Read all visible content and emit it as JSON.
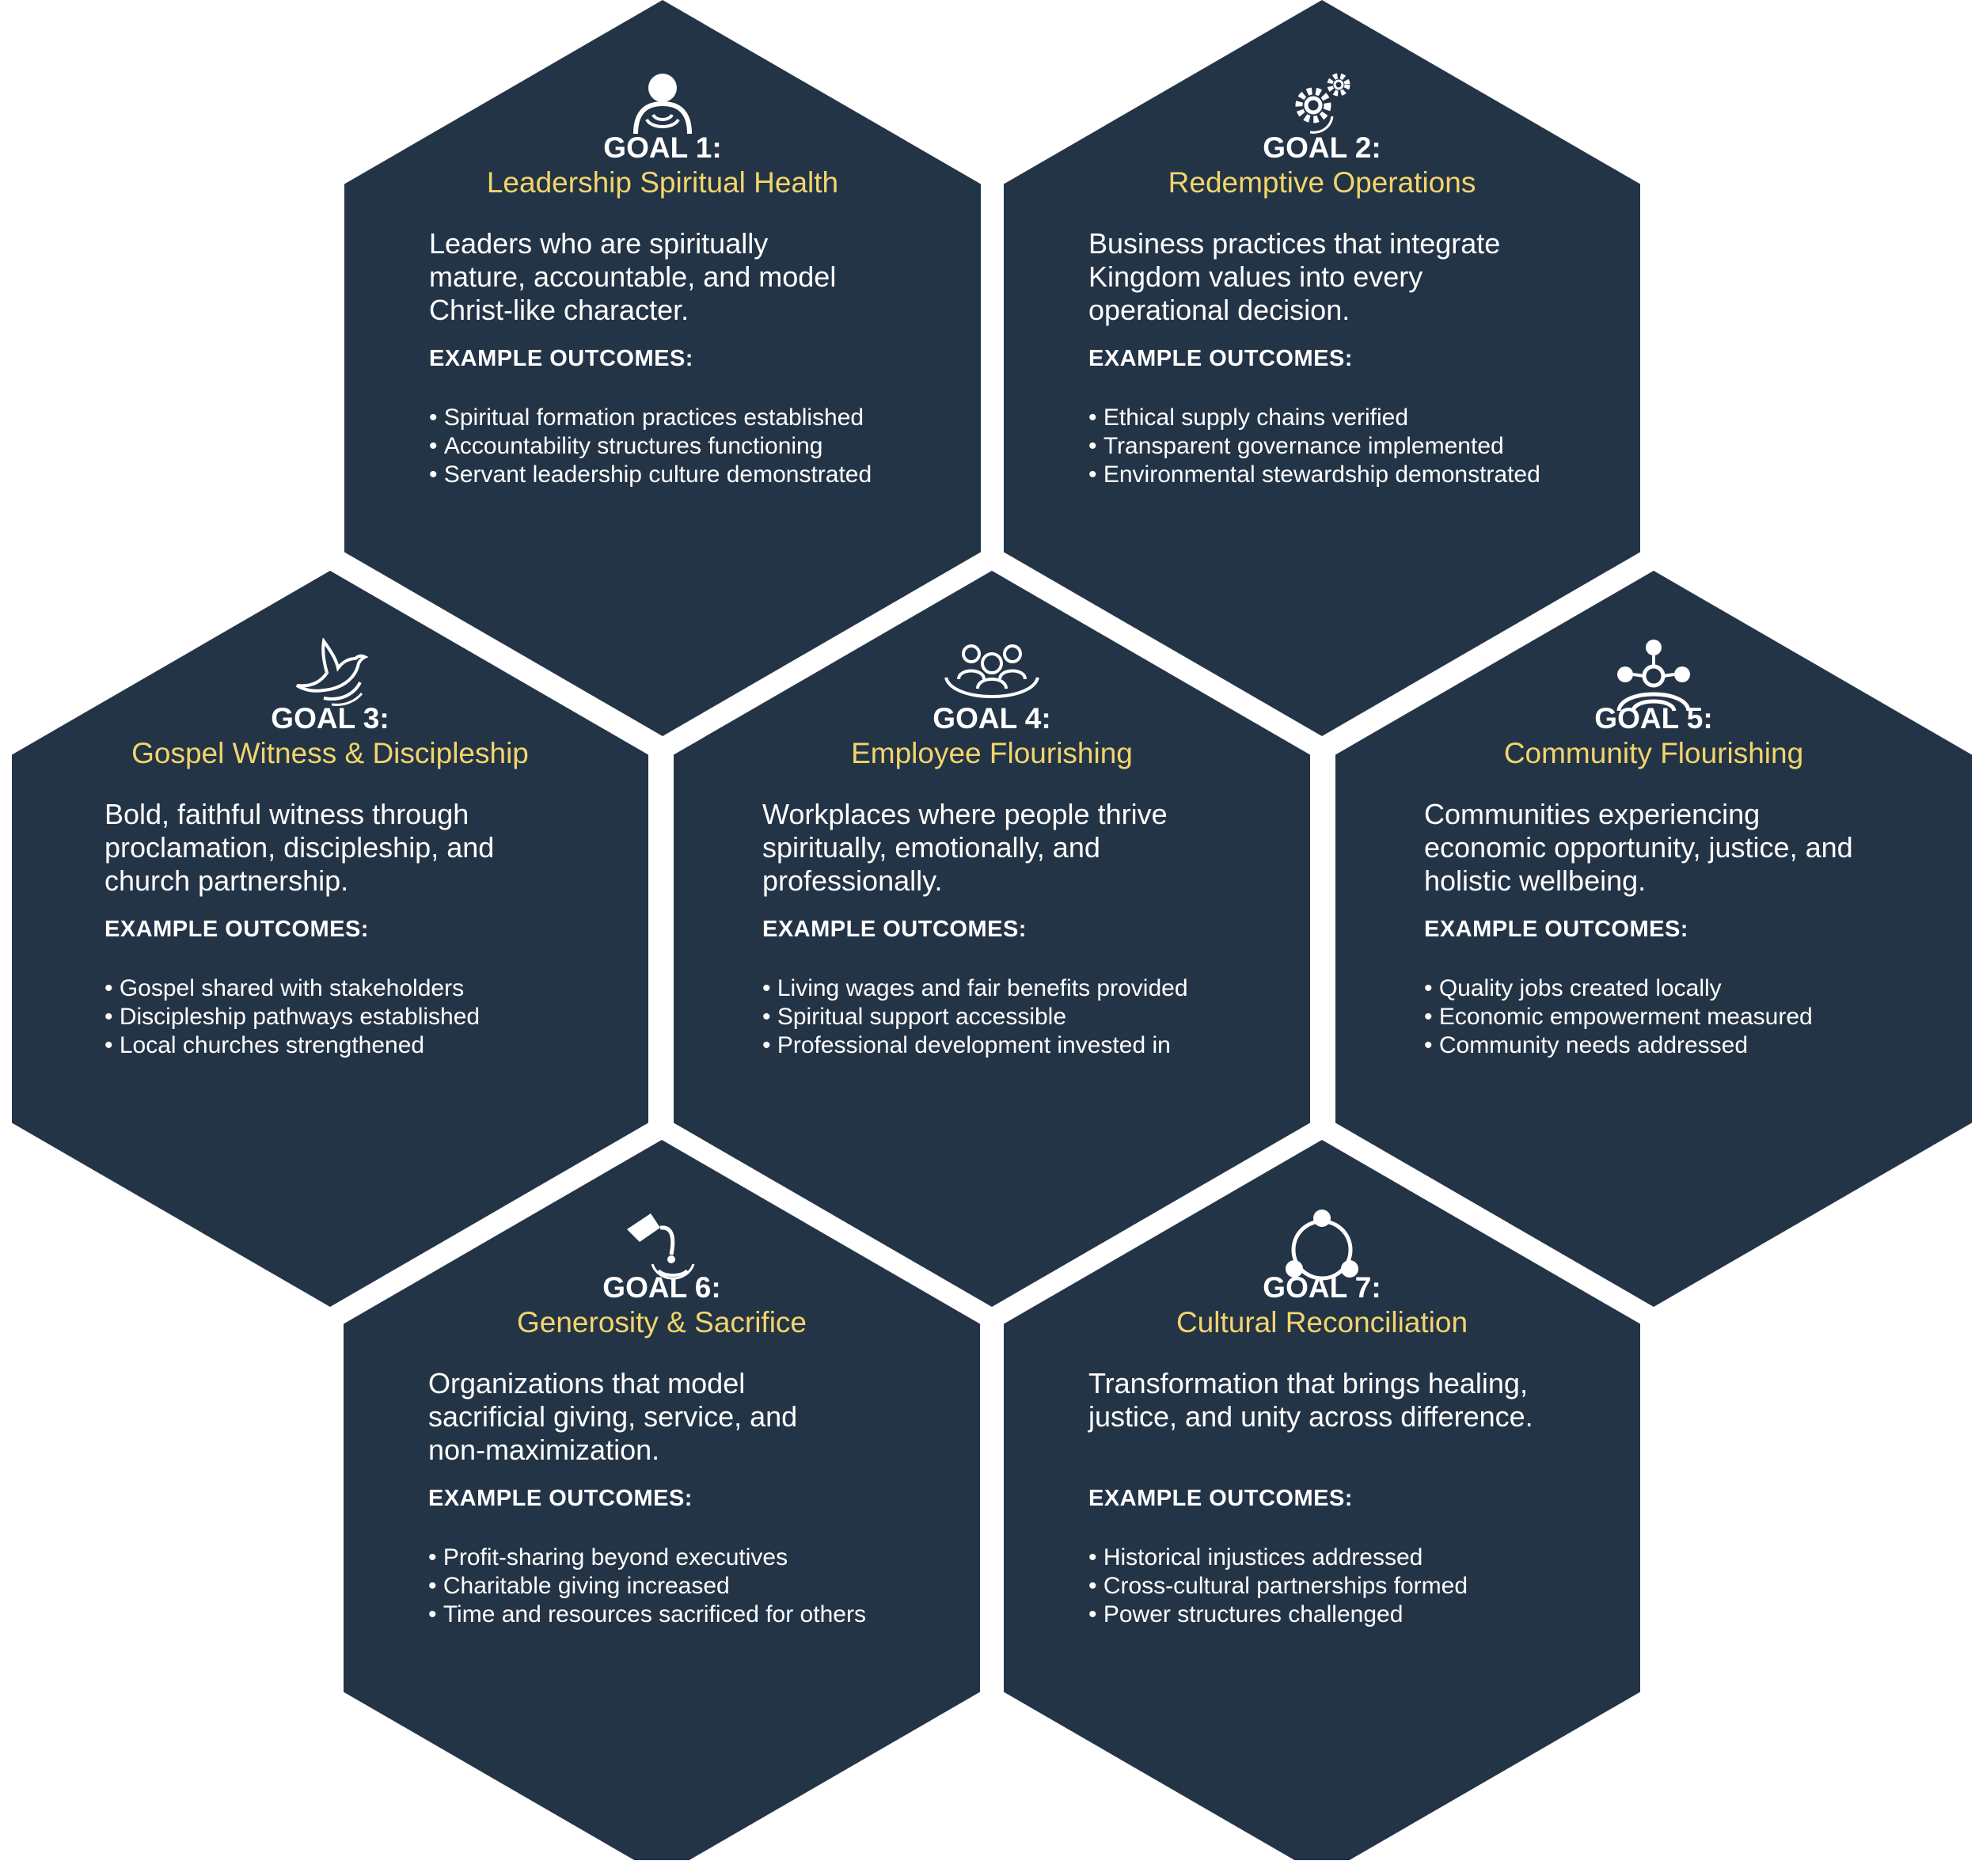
{
  "colors": {
    "hex_fill": "#243447",
    "background": "#ffffff",
    "goal_title": "#f2d56b",
    "text": "#ffffff"
  },
  "outcomes_label": "EXAMPLE OUTCOMES:",
  "goals": [
    {
      "number": "GOAL 1:",
      "title": "Leadership Spiritual Health",
      "icon": "leader-person-icon",
      "description": [
        "Leaders who are spiritually",
        "mature, accountable, and model",
        "Christ-like character."
      ],
      "outcomes": [
        "Spiritual formation practices established",
        "Accountability structures functioning",
        "Servant leadership culture demonstrated"
      ]
    },
    {
      "number": "GOAL 2:",
      "title": "Redemptive Operations",
      "icon": "gears-icon",
      "description": [
        "Business practices that integrate",
        "Kingdom values into every",
        "operational decision."
      ],
      "outcomes": [
        "Ethical supply chains verified",
        "Transparent governance implemented",
        "Environmental stewardship demonstrated"
      ]
    },
    {
      "number": "GOAL 3:",
      "title": "Gospel Witness & Discipleship",
      "icon": "dove-icon",
      "description": [
        "Bold, faithful witness through",
        "proclamation, discipleship, and",
        "church partnership."
      ],
      "outcomes": [
        "Gospel shared with stakeholders",
        "Discipleship pathways established",
        "Local churches strengthened"
      ]
    },
    {
      "number": "GOAL 4:",
      "title": "Employee Flourishing",
      "icon": "team-people-icon",
      "description": [
        "Workplaces where people thrive",
        "spiritually, emotionally, and",
        "professionally."
      ],
      "outcomes": [
        "Living wages and fair benefits provided",
        "Spiritual support accessible",
        "Professional development invested in"
      ]
    },
    {
      "number": "GOAL 5:",
      "title": "Community Flourishing",
      "icon": "community-network-icon",
      "description": [
        "Communities experiencing",
        "economic opportunity, justice, and",
        "holistic wellbeing."
      ],
      "outcomes": [
        "Quality jobs created locally",
        "Economic empowerment measured",
        "Community needs addressed"
      ]
    },
    {
      "number": "GOAL 6:",
      "title": "Generosity & Sacrifice",
      "icon": "pouring-vessel-icon",
      "description": [
        "Organizations that model",
        "sacrificial giving, service, and",
        "non-maximization."
      ],
      "outcomes": [
        "Profit-sharing beyond executives",
        "Charitable giving increased",
        "Time and resources sacrificed for others"
      ]
    },
    {
      "number": "GOAL 7:",
      "title": "Cultural Reconciliation",
      "icon": "unity-circle-icon",
      "description": [
        "Transformation that brings healing,",
        "justice, and unity across difference."
      ],
      "outcomes": [
        "Historical injustices addressed",
        "Cross-cultural partnerships formed",
        "Power structures challenged"
      ]
    }
  ]
}
